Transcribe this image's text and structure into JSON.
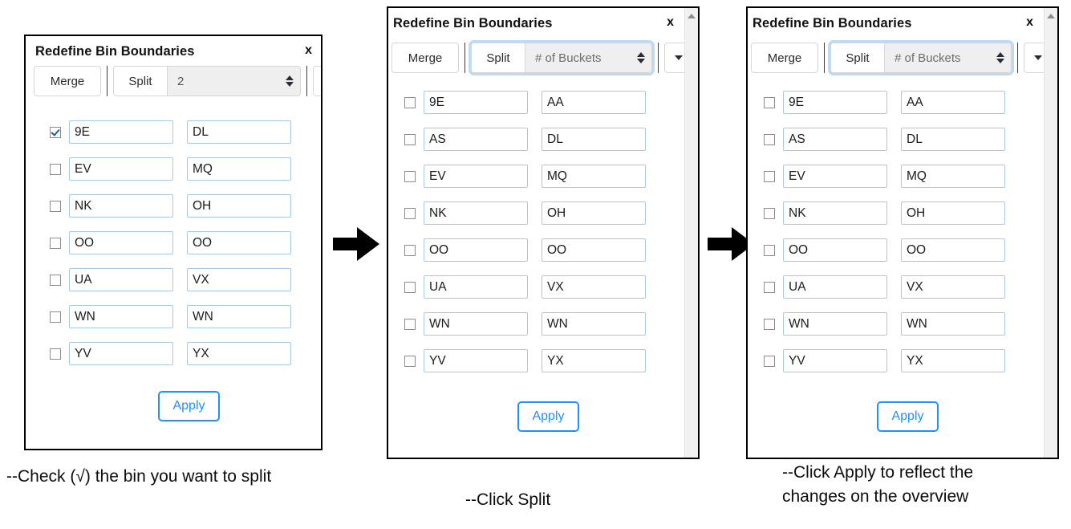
{
  "panels": [
    {
      "id": "panel-initial",
      "title": "Redefine Bin Boundaries",
      "close_label": "x",
      "toolbar": {
        "merge_label": "Merge",
        "split_label": "Split",
        "buckets_value": "2",
        "buckets_is_placeholder": false,
        "split_focused": false,
        "dropdown_icon": "chevron-down-icon"
      },
      "rows": [
        {
          "checked": true,
          "left": "9E",
          "right": "DL"
        },
        {
          "checked": false,
          "left": "EV",
          "right": "MQ"
        },
        {
          "checked": false,
          "left": "NK",
          "right": "OH"
        },
        {
          "checked": false,
          "left": "OO",
          "right": "OO"
        },
        {
          "checked": false,
          "left": "UA",
          "right": "VX"
        },
        {
          "checked": false,
          "left": "WN",
          "right": "WN"
        },
        {
          "checked": false,
          "left": "YV",
          "right": "YX"
        }
      ],
      "apply_label": "Apply",
      "has_scrollbar": false
    },
    {
      "id": "panel-after-split",
      "title": "Redefine Bin Boundaries",
      "close_label": "x",
      "toolbar": {
        "merge_label": "Merge",
        "split_label": "Split",
        "buckets_value": "# of Buckets",
        "buckets_is_placeholder": true,
        "split_focused": true,
        "dropdown_icon": "chevron-down-icon"
      },
      "rows": [
        {
          "checked": false,
          "left": "9E",
          "right": "AA"
        },
        {
          "checked": false,
          "left": "AS",
          "right": "DL"
        },
        {
          "checked": false,
          "left": "EV",
          "right": "MQ"
        },
        {
          "checked": false,
          "left": "NK",
          "right": "OH"
        },
        {
          "checked": false,
          "left": "OO",
          "right": "OO"
        },
        {
          "checked": false,
          "left": "UA",
          "right": "VX"
        },
        {
          "checked": false,
          "left": "WN",
          "right": "WN"
        },
        {
          "checked": false,
          "left": "YV",
          "right": "YX"
        }
      ],
      "apply_label": "Apply",
      "has_scrollbar": true
    },
    {
      "id": "panel-after-apply",
      "title": "Redefine Bin Boundaries",
      "close_label": "x",
      "toolbar": {
        "merge_label": "Merge",
        "split_label": "Split",
        "buckets_value": "# of Buckets",
        "buckets_is_placeholder": true,
        "split_focused": true,
        "dropdown_icon": "chevron-down-icon"
      },
      "rows": [
        {
          "checked": false,
          "left": "9E",
          "right": "AA"
        },
        {
          "checked": false,
          "left": "AS",
          "right": "DL"
        },
        {
          "checked": false,
          "left": "EV",
          "right": "MQ"
        },
        {
          "checked": false,
          "left": "NK",
          "right": "OH"
        },
        {
          "checked": false,
          "left": "OO",
          "right": "OO"
        },
        {
          "checked": false,
          "left": "UA",
          "right": "VX"
        },
        {
          "checked": false,
          "left": "WN",
          "right": "WN"
        },
        {
          "checked": false,
          "left": "YV",
          "right": "YX"
        }
      ],
      "apply_label": "Apply",
      "has_scrollbar": true
    }
  ],
  "captions": [
    {
      "id": "caption-1",
      "text": "--Check (√) the bin you want to split"
    },
    {
      "id": "caption-2",
      "text": "--Click Split"
    },
    {
      "id": "caption-3",
      "text": "--Click Apply to reflect the\nchanges on the overview"
    }
  ],
  "flow_arrows": [
    {
      "id": "flow-arrow-1",
      "icon": "right-arrow-icon"
    },
    {
      "id": "flow-arrow-2",
      "icon": "right-arrow-icon"
    }
  ],
  "colors": {
    "accent_blue": "#1e90ff",
    "field_border": "#a8c6e6",
    "focus_ring": "#bdd9f5",
    "panel_border": "#000000",
    "checkmark": "#2a5699"
  }
}
